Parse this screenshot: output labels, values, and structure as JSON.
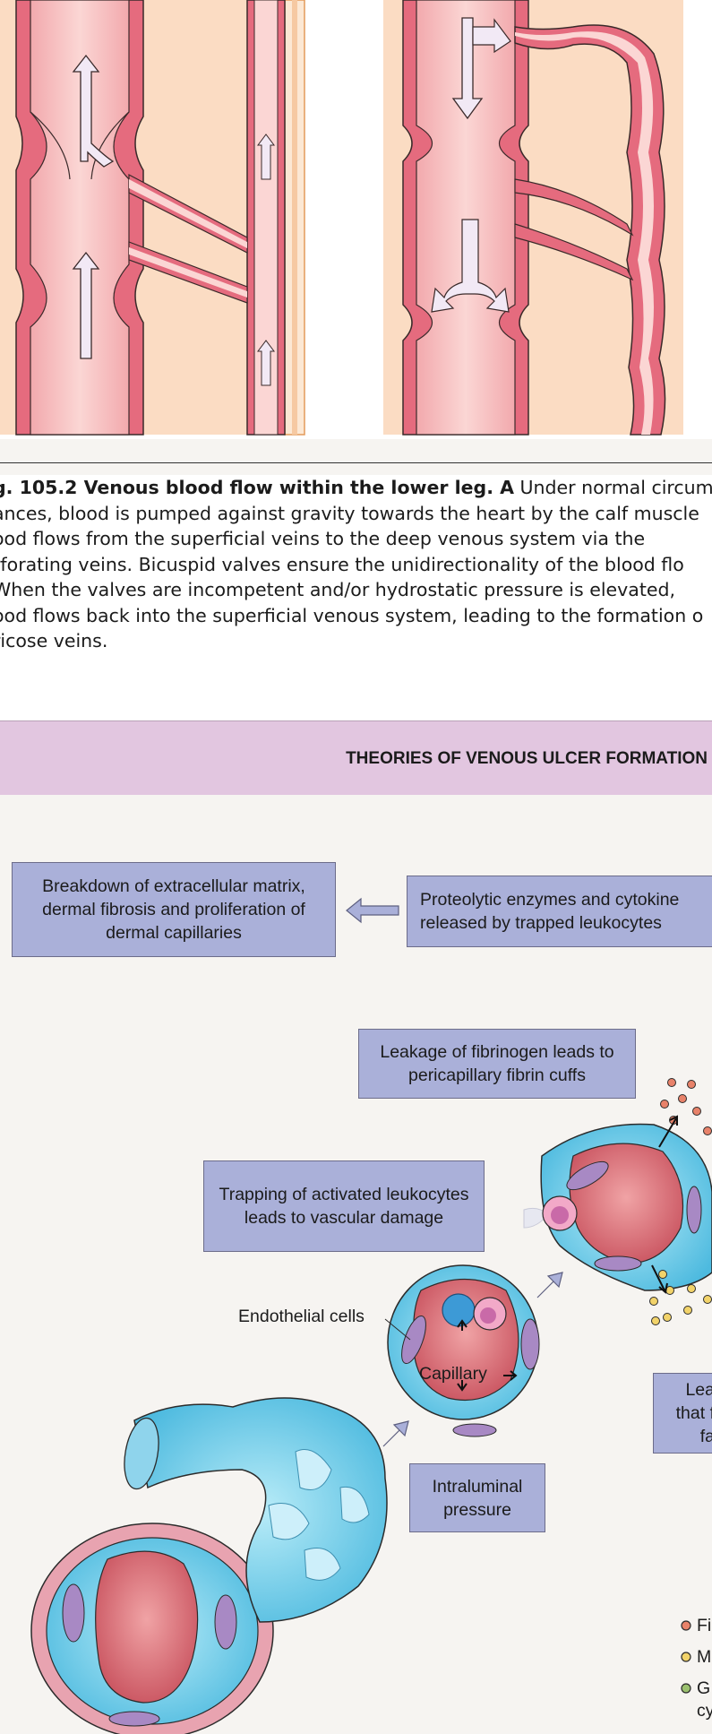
{
  "caption": {
    "lines": [
      {
        "bold": "g. 105.2 Venous blood flow within the lower leg. A",
        "rest": " Under normal circum-"
      },
      {
        "bold": "",
        "rest": "ances, blood is pumped against gravity towards the heart by the calf muscle"
      },
      {
        "bold": "",
        "rest": "ood flows from the superficial veins to the deep venous system via the"
      },
      {
        "bold": "",
        "rest": "rforating veins. Bicuspid valves ensure the unidirectionality of the blood flo"
      },
      {
        "bold": "",
        "rest": "When the valves are incompetent and/or hydrostatic pressure is elevated,"
      },
      {
        "bold": "",
        "rest": "ood flows back into the superficial venous system, leading to the formation o"
      },
      {
        "bold": "",
        "rest": "ricose veins."
      }
    ]
  },
  "band": {
    "title": "THEORIES OF VENOUS ULCER FORMATION"
  },
  "boxes": {
    "breakdown": "Breakdown of extracellular matrix, dermal fibrosis and proliferation of dermal capillaries",
    "proteolytic": "Proteolytic enzymes and cytokine released by trapped leukocytes",
    "leakage_fibrinogen": "Leakage of fibrinogen leads to pericapillary fibrin cuffs",
    "trapping": "Trapping of activated leukocytes leads to vascular damage",
    "intraluminal": "Intraluminal pressure",
    "leak_partial_1": "Lea",
    "leak_partial_2": "that f",
    "leak_partial_3": "fa"
  },
  "labels": {
    "endothelial": "Endothelial cells",
    "capillary": "Capillary"
  },
  "legend": [
    {
      "text": "Fi",
      "color": "#e8826a"
    },
    {
      "text": "M",
      "color": "#f2d36a"
    },
    {
      "text": "G",
      "color": "#9bc16f"
    },
    {
      "text": "cy",
      "color": ""
    }
  ],
  "colors": {
    "skin": "#fbdcc3",
    "vein_wall": "#e56b7e",
    "vein_lumen": "#f6c3c4",
    "cell_cyan": "#5cc3e4",
    "box": "#aab0d9",
    "band": "#e2c6e0"
  }
}
